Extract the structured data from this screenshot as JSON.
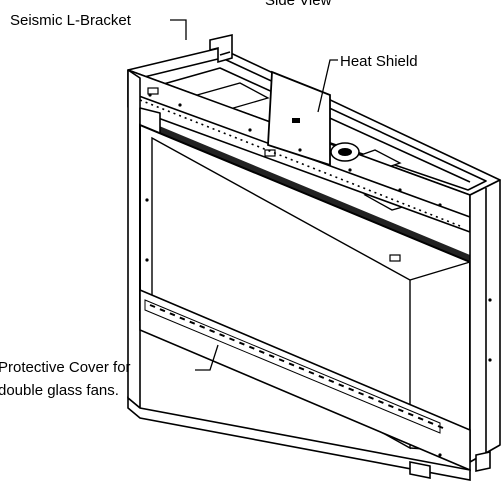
{
  "diagram": {
    "header_partial": "Side View",
    "labels": {
      "seismic_bracket": "Seismic L-Bracket",
      "heat_shield": "Heat Shield",
      "protective_cover_line1": "Protective Cover for",
      "protective_cover_line2": "double glass fans."
    }
  }
}
